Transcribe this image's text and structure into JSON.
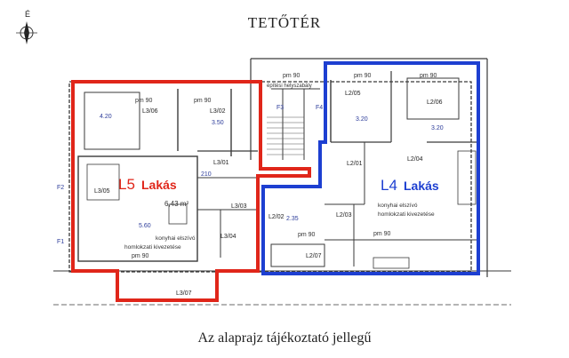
{
  "title": "TETŐTÉR",
  "caption": "Az alaprajz tájékoztató jellegű",
  "compass": {
    "north_label": "É"
  },
  "colors": {
    "l5_outline": "#e0261a",
    "l4_outline": "#1d3fd1",
    "wall": "#3a3a3a",
    "dim": "#2c3c9a"
  },
  "apartments": {
    "l5": {
      "code": "L5",
      "word": "Lakás"
    },
    "l4": {
      "code": "L4",
      "word": "Lakás"
    }
  },
  "rooms": {
    "l3_06": "L3/06",
    "l3_02": "L3/02",
    "l3_01": "L3/01",
    "l3_05": "L3/05",
    "l3_04": "L3/04",
    "l3_07": "L3/07",
    "l3_03": "L3/03",
    "l2_05": "L2/05",
    "l2_06": "L2/06",
    "l2_04": "L2/04",
    "l2_01": "L2/01",
    "l2_02": "L2/02",
    "l2_03": "L2/03",
    "l2_07": "L2/07"
  },
  "labels": {
    "pm90": "pm 90",
    "kitchen": "konyhai elszívó",
    "skylight": "homlokzati kivezetése",
    "epitesi": "építési helyszabály",
    "area_l3_05": "6,43 m²",
    "dim_420": "4.20",
    "dim_350": "3.50",
    "dim_320": "3.20",
    "dim_320b": "3.20",
    "dim_560": "5.60",
    "dim_210": "210",
    "dim_235": "2.35",
    "dim_f2": "F2",
    "dim_f1": "F1",
    "dim_f3": "F3",
    "dim_f4": "F4"
  }
}
